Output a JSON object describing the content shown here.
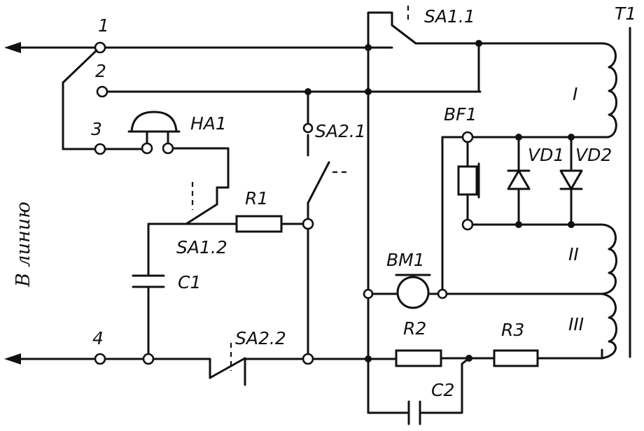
{
  "diagram": {
    "type": "circuit-schematic",
    "terminals": {
      "t1": "1",
      "t2": "2",
      "t3": "3",
      "t4": "4"
    },
    "line_label": "В линию",
    "components": {
      "sa11": "SA1.1",
      "t1": "T1",
      "winding_1": "I",
      "winding_2": "II",
      "winding_3": "III",
      "ha1": "HA1",
      "sa21": "SA2.1",
      "bf1": "BF1",
      "vd1": "VD1",
      "vd2": "VD2",
      "r1": "R1",
      "sa12": "SA1.2",
      "c1": "C1",
      "bm1": "BM1",
      "r2": "R2",
      "r3": "R3",
      "sa22": "SA2.2",
      "c2": "C2"
    }
  }
}
